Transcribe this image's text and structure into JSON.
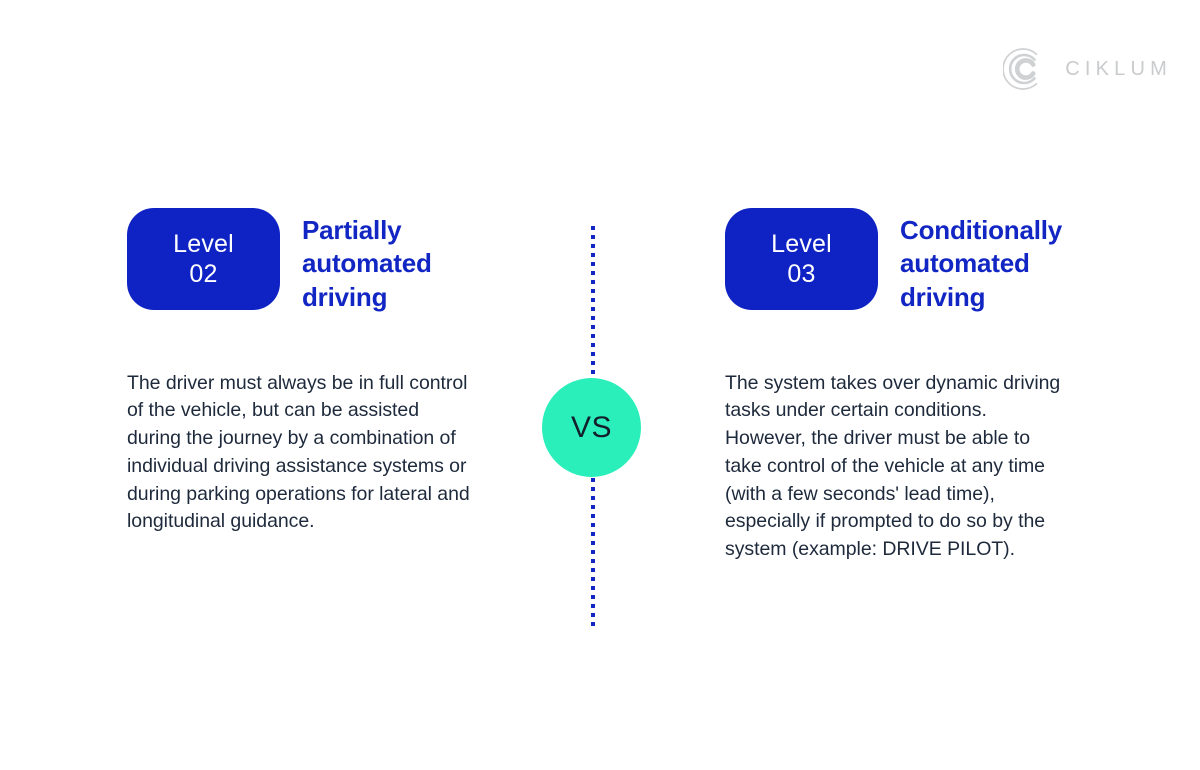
{
  "brand": {
    "wordmark": "CIKLUM",
    "mark_icon": "ciklum-c-arcs-icon",
    "color": "#c9cbcd"
  },
  "theme": {
    "background": "#ffffff",
    "accent_blue": "#0f22c4",
    "heading_blue": "#1226c4",
    "body_text": "#1e2a3c",
    "vs_circle": "#2aefbb",
    "vs_text": "#13202b"
  },
  "comparison": {
    "left": {
      "badge": {
        "label": "Level",
        "number": "02"
      },
      "title": "Partially automated driving",
      "description": "The driver must always be in full control of the vehicle, but can be assisted during the journey by a combination of individual driving assistance systems or during parking operations for lateral and longitudinal guidance."
    },
    "right": {
      "badge": {
        "label": "Level",
        "number": "03"
      },
      "title": "Conditionally automated driving",
      "description": "The system takes over dynamic driving tasks under certain conditions. However, the driver must be able to take control of the vehicle at any time (with a few seconds' lead time), especially if prompted to do so by the system (example: DRIVE PILOT)."
    },
    "separator": {
      "label": "VS",
      "style": "vertical-dotted-line"
    }
  }
}
